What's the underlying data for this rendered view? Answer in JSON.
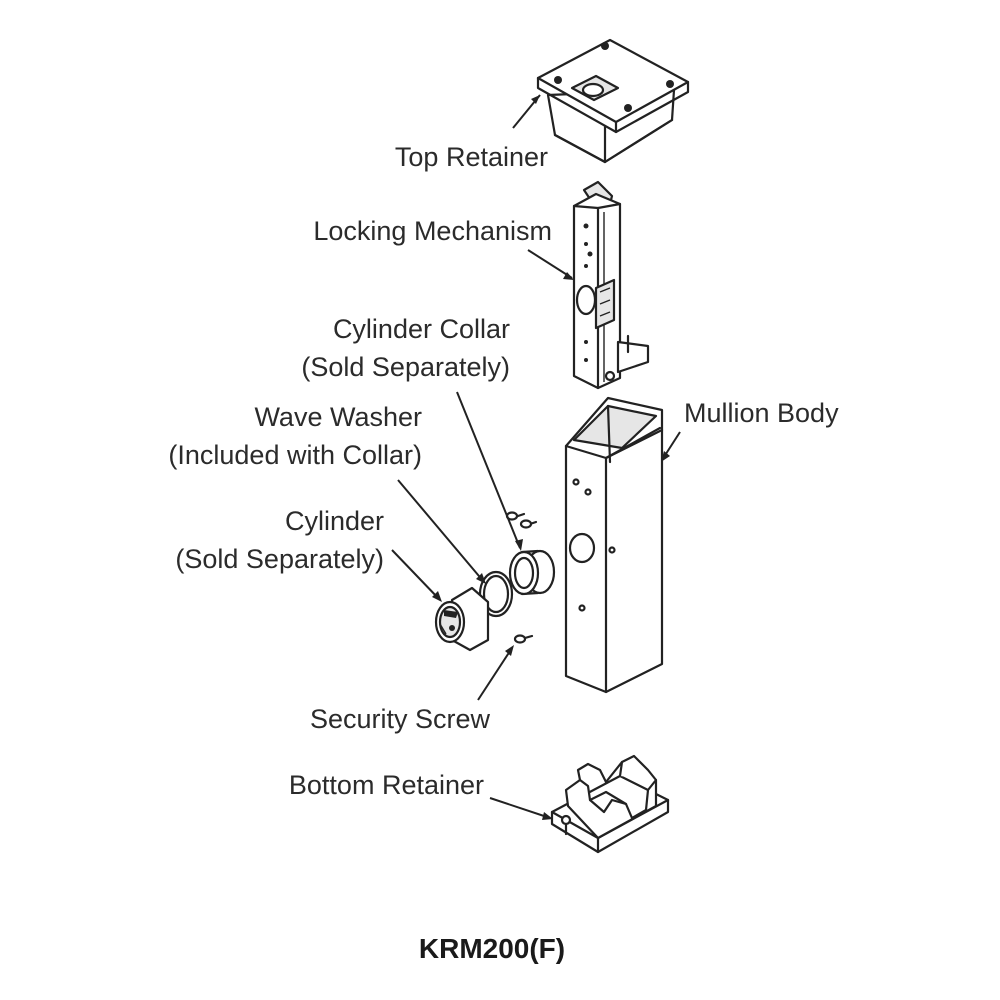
{
  "labels": {
    "top_retainer": "Top Retainer",
    "locking_mechanism": "Locking Mechanism",
    "cylinder_collar_1": "Cylinder Collar",
    "cylinder_collar_2": "(Sold Separately)",
    "mullion_body": "Mullion Body",
    "wave_washer_1": "Wave Washer",
    "wave_washer_2": "(Included with Collar)",
    "cylinder_1": "Cylinder",
    "cylinder_2": "(Sold Separately)",
    "security_screw": "Security Screw",
    "bottom_retainer": "Bottom Retainer"
  },
  "model": "KRM200(F)",
  "colors": {
    "line": "#222222",
    "text": "#2b2b2b",
    "shade": "#e6e6e6"
  }
}
